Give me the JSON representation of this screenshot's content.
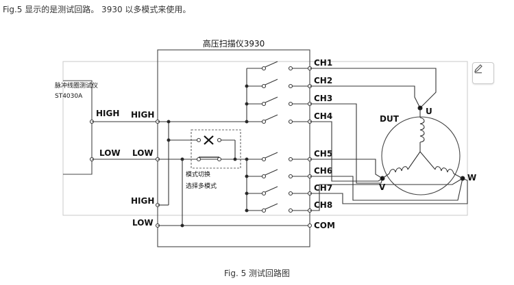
{
  "header_text": "Fig.5  显示的是测试回路。  3930  以多模式来使用。",
  "caption": "Fig. 5  测试回路图",
  "scanner_title": "高压扫描仪3930",
  "tester": {
    "line1": "脉冲线圈测试仪",
    "line2": "ST4030A"
  },
  "tester_terms": {
    "high": "HIGH",
    "low": "LOW"
  },
  "scanner_in": {
    "high": "HIGH",
    "low": "LOW"
  },
  "scanner_in2": {
    "high": "HIGH",
    "low": "LOW"
  },
  "channels": [
    "CH1",
    "CH2",
    "CH3",
    "CH4",
    "CH5",
    "CH6",
    "CH7",
    "CH8",
    "COM"
  ],
  "mode_switch": {
    "line1": "模式切换",
    "line2": "选择多模式"
  },
  "dut": {
    "label": "DUT",
    "u": "U",
    "v": "V",
    "w": "W"
  },
  "icons": {
    "edit": "pencil-icon",
    "switch_open": "x-mark-icon"
  }
}
